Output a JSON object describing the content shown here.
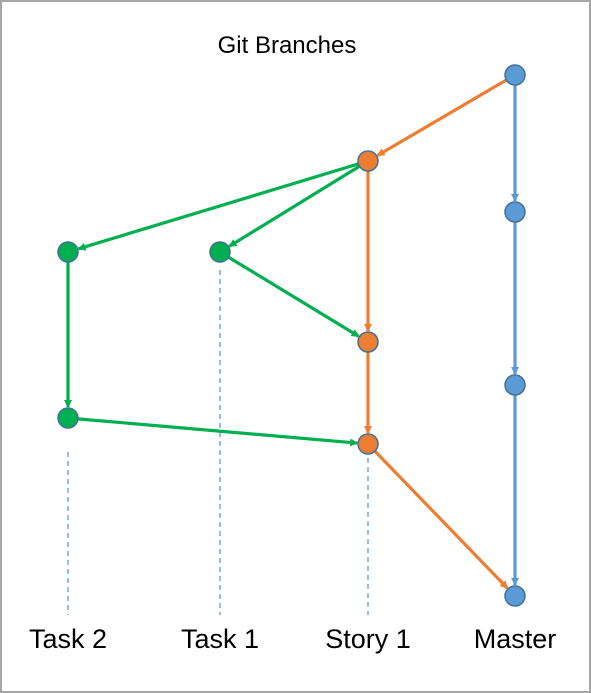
{
  "title": "Git Branches",
  "colors": {
    "master": "#5b9bd5",
    "story": "#ed7d31",
    "task": "#00b050",
    "node_stroke": "#41719c",
    "guide": "#5b9bd5"
  },
  "branches": [
    {
      "id": "task2",
      "label": "Task 2"
    },
    {
      "id": "task1",
      "label": "Task 1"
    },
    {
      "id": "story1",
      "label": "Story 1"
    },
    {
      "id": "master",
      "label": "Master"
    }
  ],
  "commits": [
    {
      "id": "m1",
      "branch": "master"
    },
    {
      "id": "m2",
      "branch": "master"
    },
    {
      "id": "m3",
      "branch": "master"
    },
    {
      "id": "m4",
      "branch": "master"
    },
    {
      "id": "s1",
      "branch": "story1"
    },
    {
      "id": "s2",
      "branch": "story1"
    },
    {
      "id": "s3",
      "branch": "story1"
    },
    {
      "id": "t1a",
      "branch": "task1"
    },
    {
      "id": "t2a",
      "branch": "task2"
    },
    {
      "id": "t2b",
      "branch": "task2"
    }
  ],
  "edges": [
    {
      "from": "m1",
      "to": "m2",
      "kind": "master"
    },
    {
      "from": "m2",
      "to": "m3",
      "kind": "master"
    },
    {
      "from": "m3",
      "to": "m4",
      "kind": "master"
    },
    {
      "from": "m1",
      "to": "s1",
      "kind": "story"
    },
    {
      "from": "s1",
      "to": "s2",
      "kind": "story"
    },
    {
      "from": "s2",
      "to": "s3",
      "kind": "story"
    },
    {
      "from": "s3",
      "to": "m4",
      "kind": "story"
    },
    {
      "from": "s1",
      "to": "t1a",
      "kind": "task"
    },
    {
      "from": "s1",
      "to": "t2a",
      "kind": "task"
    },
    {
      "from": "t1a",
      "to": "s2",
      "kind": "task"
    },
    {
      "from": "t2a",
      "to": "t2b",
      "kind": "task"
    },
    {
      "from": "t2b",
      "to": "s3",
      "kind": "task"
    }
  ]
}
